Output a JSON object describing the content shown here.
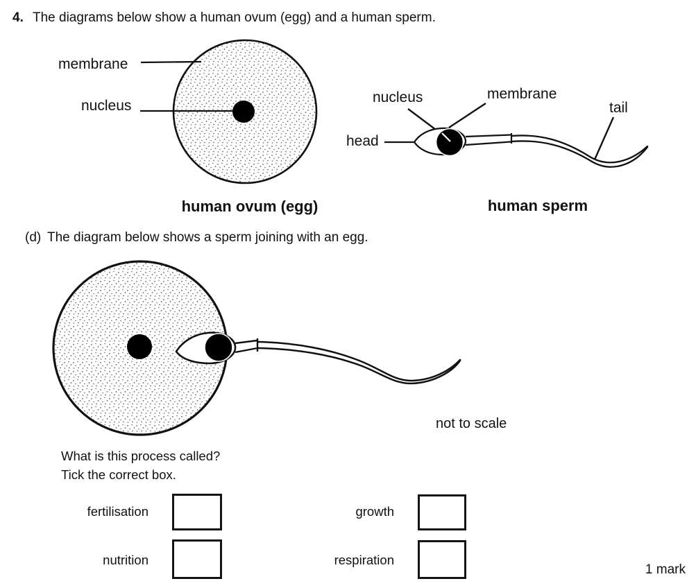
{
  "question": {
    "number": "4.",
    "text": "The diagrams below show a human ovum (egg) and a human sperm."
  },
  "part_d": {
    "label": "(d)",
    "text": "The diagram below shows a sperm joining with an egg."
  },
  "ovum_diagram": {
    "labels": {
      "membrane": "membrane",
      "nucleus": "nucleus"
    },
    "caption": "human ovum (egg)"
  },
  "sperm_diagram": {
    "labels": {
      "nucleus": "nucleus",
      "membrane": "membrane",
      "tail": "tail",
      "head": "head"
    },
    "caption": "human sperm"
  },
  "fusion_diagram": {
    "note": "not to scale"
  },
  "prompt": {
    "line1": "What is this process called?",
    "line2": "Tick the correct box."
  },
  "options": [
    {
      "id": "fertilisation",
      "label": "fertilisation",
      "checked": false
    },
    {
      "id": "growth",
      "label": "growth",
      "checked": false
    },
    {
      "id": "nutrition",
      "label": "nutrition",
      "checked": false
    },
    {
      "id": "respiration",
      "label": "respiration",
      "checked": false
    }
  ],
  "footer": {
    "marks": "1 mark"
  },
  "colors": {
    "ink": "#111111",
    "stipple_dot": "#5f5f5f",
    "paper": "#ffffff"
  }
}
